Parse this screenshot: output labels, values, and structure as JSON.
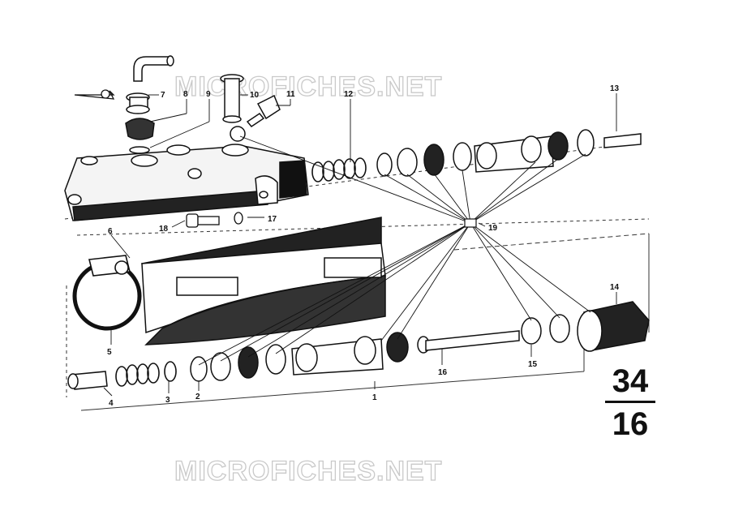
{
  "watermark": {
    "top": "MICROFICHES.NET",
    "bottom": "MICROFICHES.NET"
  },
  "group_number": {
    "main": "34",
    "sub": "16"
  },
  "callouts": {
    "c1": "1",
    "c2": "2",
    "c3": "3",
    "c4": "4",
    "c5": "5",
    "c6": "6",
    "c7": "7",
    "c8": "8",
    "c9": "9",
    "c10": "10",
    "c11": "11",
    "c12": "12",
    "c13": "13",
    "c14": "14",
    "c15": "15",
    "c16": "16",
    "c17": "17",
    "c18": "18",
    "c19": "19"
  }
}
